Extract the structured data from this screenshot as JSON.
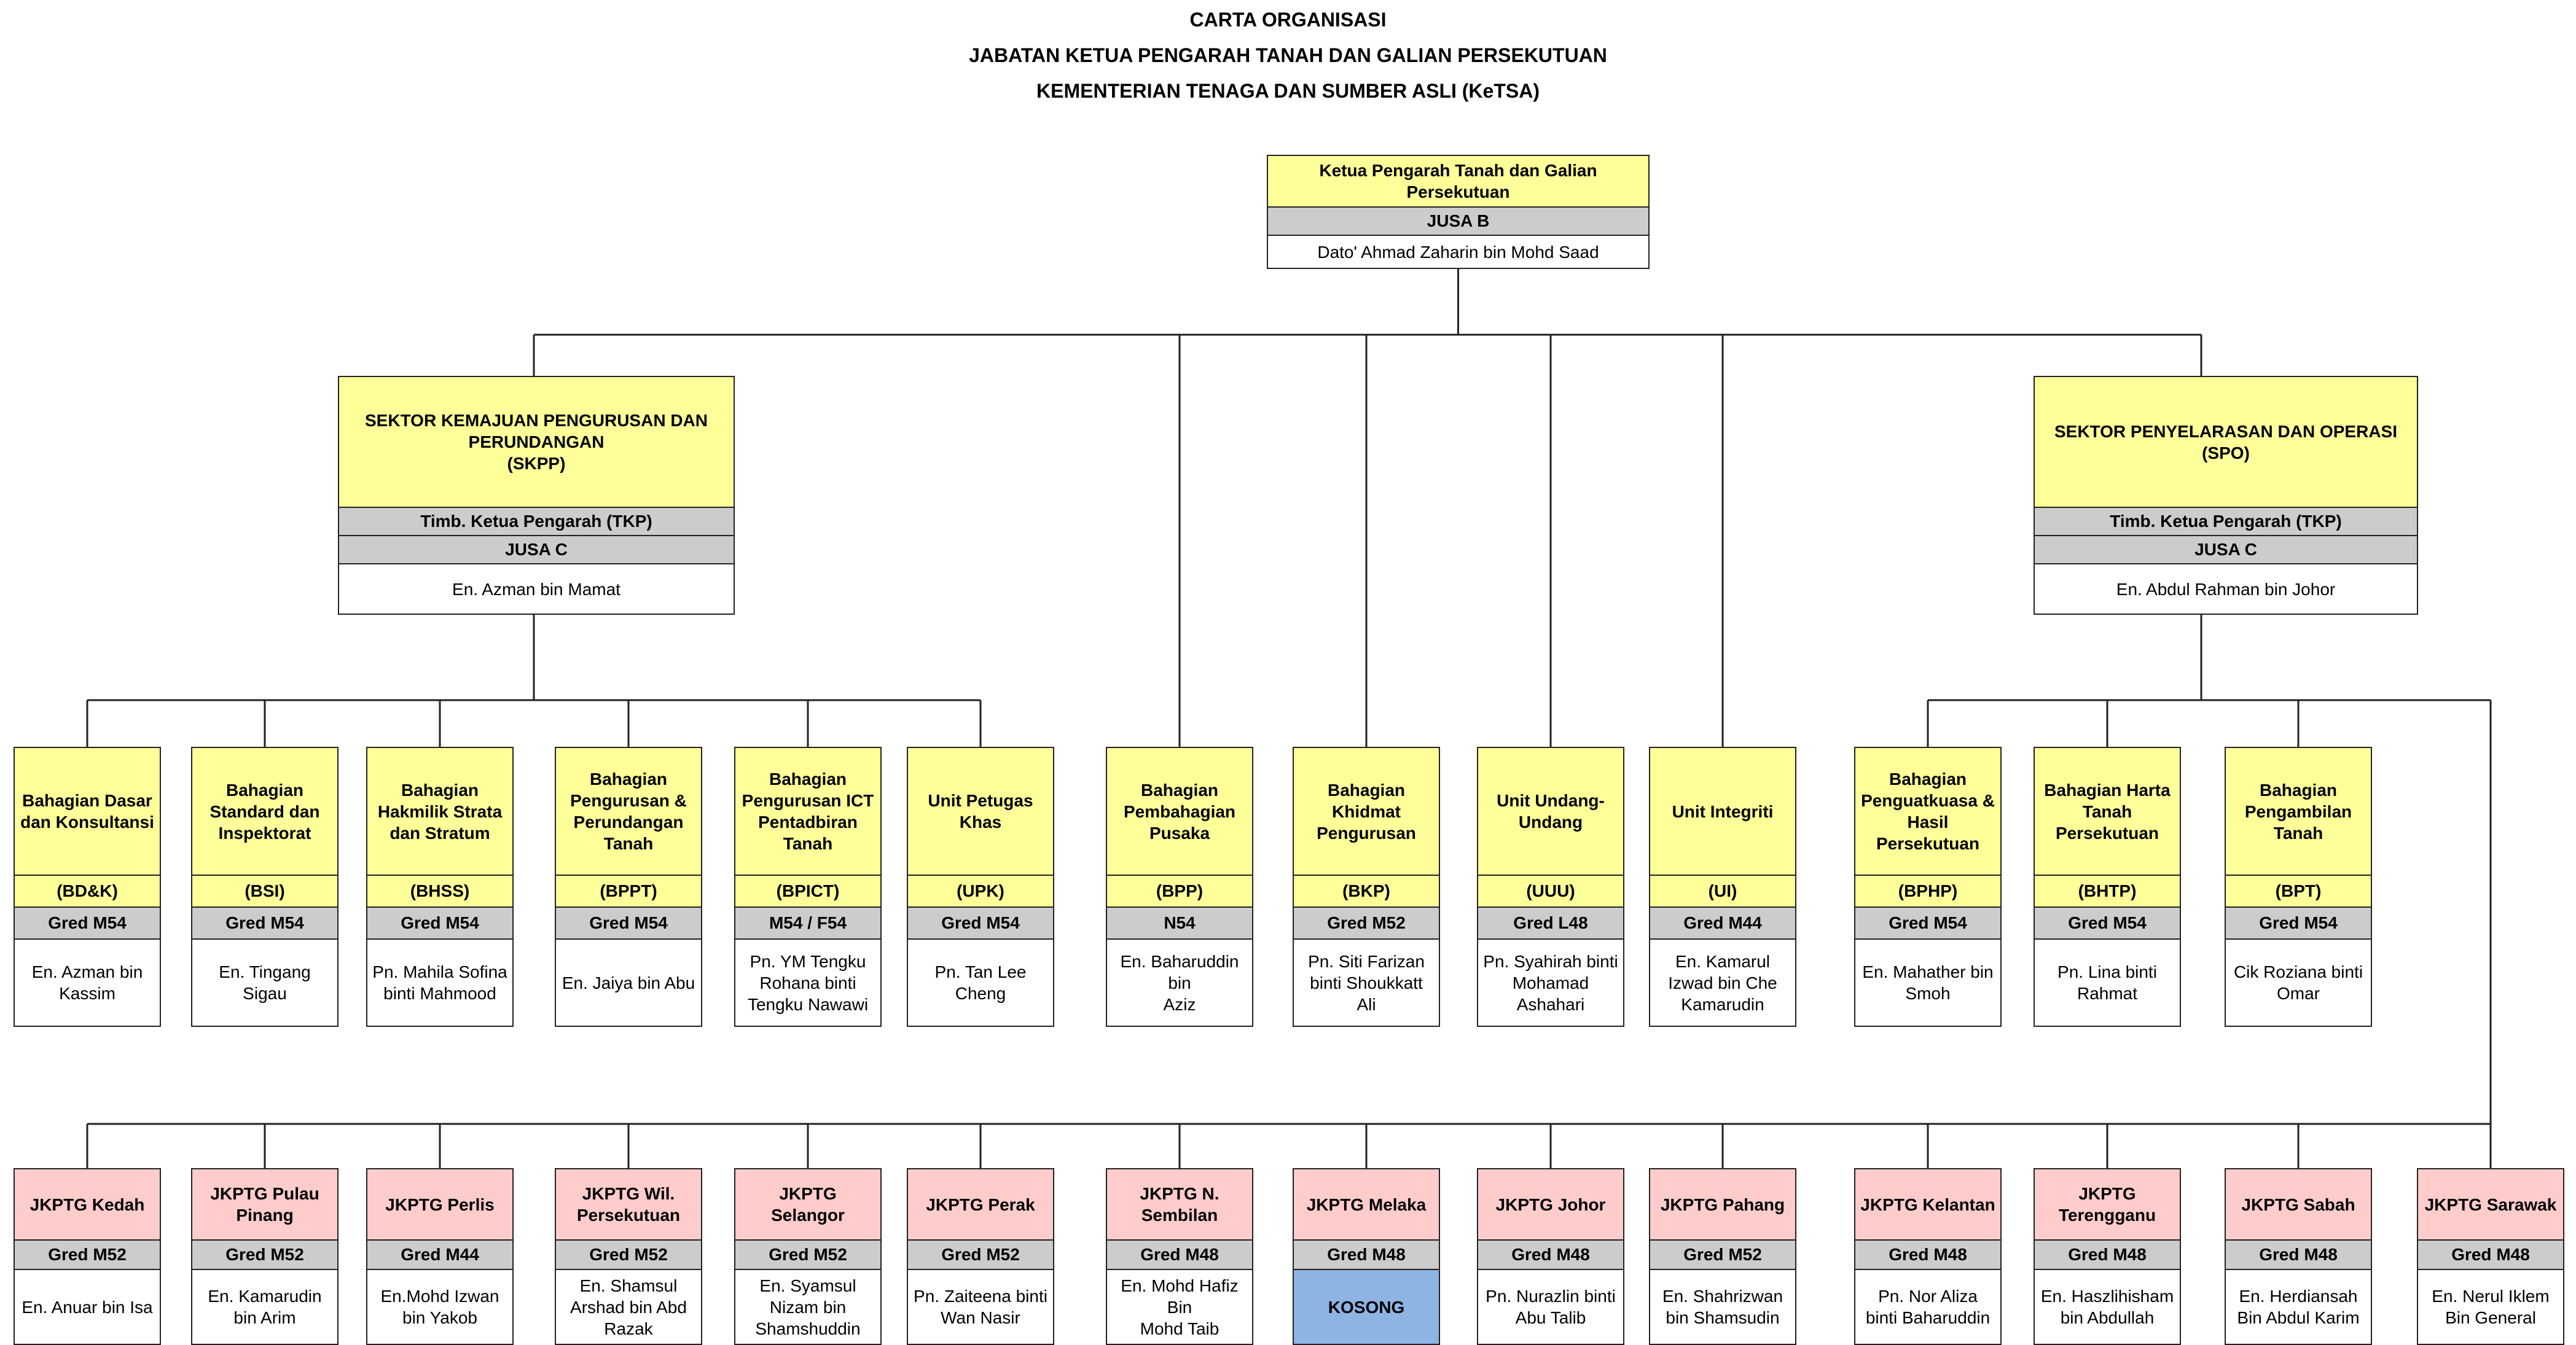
{
  "titles": [
    "CARTA ORGANISASI",
    "JABATAN KETUA PENGARAH TANAH DAN GALIAN PERSEKUTUAN",
    "KEMENTERIAN TENAGA DAN SUMBER ASLI (KeTSA)"
  ],
  "top": {
    "head": "Ketua Pengarah Tanah dan Galian\nPersekutuan",
    "grade": "JUSA B",
    "name": "Dato' Ahmad Zaharin bin Mohd Saad"
  },
  "sectors": [
    {
      "head": "SEKTOR KEMAJUAN PENGURUSAN DAN\nPERUNDANGAN\n(SKPP)",
      "role": "Timb. Ketua Pengarah (TKP)",
      "grade": "JUSA C",
      "name": "En. Azman bin Mamat"
    },
    {
      "head": "SEKTOR PENYELARASAN DAN OPERASI\n(SPO)",
      "role": "Timb. Ketua Pengarah (TKP)",
      "grade": "JUSA C",
      "name": "En. Abdul Rahman bin Johor"
    }
  ],
  "divisions": [
    {
      "head": "Bahagian Dasar\ndan Konsultansi",
      "code": "(BD&K)",
      "grade": "Gred M54",
      "name": "En. Azman bin\nKassim"
    },
    {
      "head": "Bahagian\nStandard dan\nInspektorat",
      "code": "(BSI)",
      "grade": "Gred M54",
      "name": "En. Tingang\nSigau"
    },
    {
      "head": "Bahagian\nHakmilik Strata\ndan Stratum",
      "code": "(BHSS)",
      "grade": "Gred M54",
      "name": "Pn. Mahila Sofina\nbinti Mahmood"
    },
    {
      "head": "Bahagian\nPengurusan &\nPerundangan\nTanah",
      "code": "(BPPT)",
      "grade": "Gred M54",
      "name": "En. Jaiya bin Abu"
    },
    {
      "head": "Bahagian\nPengurusan ICT\nPentadbiran\nTanah",
      "code": "(BPICT)",
      "grade": "M54 / F54",
      "name": "Pn. YM Tengku\nRohana binti\nTengku Nawawi"
    },
    {
      "head": "Unit Petugas\nKhas",
      "code": "(UPK)",
      "grade": "Gred M54",
      "name": "Pn. Tan Lee\nCheng"
    },
    {
      "head": "Bahagian\nPembahagian\nPusaka",
      "code": "(BPP)",
      "grade": "N54",
      "name": "En. Baharuddin bin\nAziz"
    },
    {
      "head": "Bahagian\nKhidmat\nPengurusan",
      "code": "(BKP)",
      "grade": "Gred M52",
      "name": "Pn. Siti Farizan\nbinti Shoukkatt Ali"
    },
    {
      "head": "Unit Undang-\nUndang",
      "code": "(UUU)",
      "grade": "Gred L48",
      "name": "Pn. Syahirah binti\nMohamad\nAshahari"
    },
    {
      "head": "Unit Integriti",
      "code": "(UI)",
      "grade": "Gred M44",
      "name": "En. Kamarul\nIzwad bin Che\nKamarudin"
    },
    {
      "head": "Bahagian\nPenguatkuasa &\nHasil\nPersekutuan",
      "code": "(BPHP)",
      "grade": "Gred M54",
      "name": "En. Mahather bin\nSmoh"
    },
    {
      "head": "Bahagian Harta\nTanah\nPersekutuan",
      "code": "(BHTP)",
      "grade": "Gred M54",
      "name": "Pn. Lina binti\nRahmat"
    },
    {
      "head": "Bahagian\nPengambilan\nTanah",
      "code": "(BPT)",
      "grade": "Gred M54",
      "name": "Cik Roziana binti\nOmar"
    }
  ],
  "states": [
    {
      "head": "JKPTG Kedah",
      "grade": "Gred M52",
      "name": "En. Anuar bin Isa"
    },
    {
      "head": "JKPTG Pulau\nPinang",
      "grade": "Gred M52",
      "name": "En. Kamarudin\nbin Arim"
    },
    {
      "head": "JKPTG Perlis",
      "grade": "Gred M44",
      "name": "En.Mohd Izwan\nbin Yakob"
    },
    {
      "head": "JKPTG Wil.\nPersekutuan",
      "grade": "Gred M52",
      "name": "En. Shamsul\nArshad bin Abd\nRazak"
    },
    {
      "head": "JKPTG Selangor",
      "grade": "Gred M52",
      "name": "En. Syamsul\nNizam bin\nShamshuddin"
    },
    {
      "head": "JKPTG Perak",
      "grade": "Gred M52",
      "name": "Pn. Zaiteena binti\nWan Nasir"
    },
    {
      "head": "JKPTG N.\nSembilan",
      "grade": "Gred M48",
      "name": "En. Mohd Hafiz Bin\nMohd Taib"
    },
    {
      "head": "JKPTG Melaka",
      "grade": "Gred M48",
      "name": "KOSONG",
      "vacant": true
    },
    {
      "head": "JKPTG Johor",
      "grade": "Gred M48",
      "name": "Pn. Nurazlin binti\nAbu Talib"
    },
    {
      "head": "JKPTG Pahang",
      "grade": "Gred M52",
      "name": "En. Shahrizwan\nbin Shamsudin"
    },
    {
      "head": "JKPTG Kelantan",
      "grade": "Gred M48",
      "name": "Pn. Nor Aliza\nbinti Baharuddin"
    },
    {
      "head": "JKPTG\nTerengganu",
      "grade": "Gred M48",
      "name": "En. Haszlihisham\nbin Abdullah"
    },
    {
      "head": "JKPTG Sabah",
      "grade": "Gred M48",
      "name": "En. Herdiansah\nBin Abdul Karim"
    },
    {
      "head": "JKPTG Sarawak",
      "grade": "Gred M48",
      "name": "En. Nerul Iklem\nBin General"
    }
  ]
}
